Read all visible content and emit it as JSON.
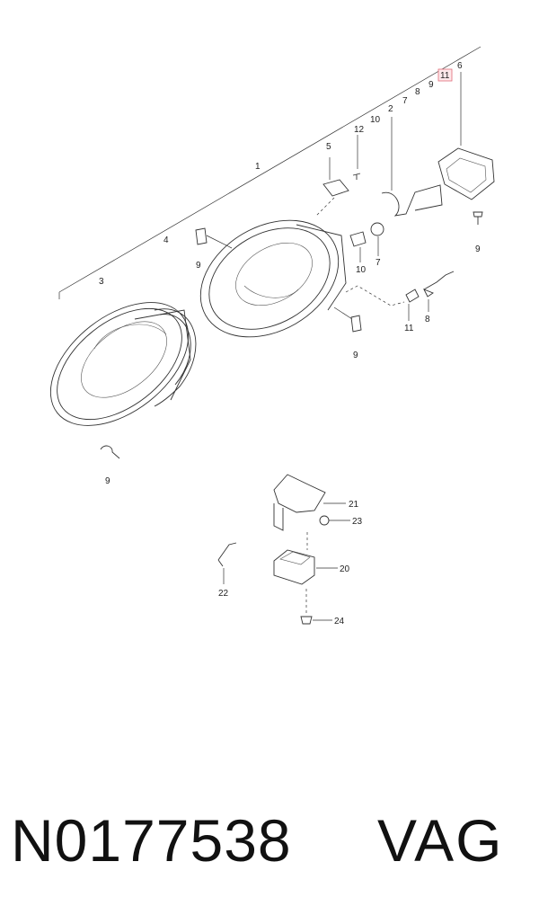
{
  "callouts": {
    "n1": "1",
    "n2": "2",
    "n3": "3",
    "n4": "4",
    "n5": "5",
    "n6": "6",
    "n7a": "7",
    "n7b": "7",
    "n8a": "8",
    "n8b": "8",
    "n9a": "9",
    "n9b": "9",
    "n9c": "9",
    "n9d": "9",
    "n9e": "9",
    "n10a": "10",
    "n10b": "10",
    "n11a": "11",
    "n11b": "11",
    "n12": "12",
    "n20": "20",
    "n21": "21",
    "n22": "22",
    "n23": "23",
    "n24": "24"
  },
  "caption": {
    "part_number": "N0177538",
    "brand": "VAG"
  },
  "colors": {
    "highlight_fill": "#fde8ea",
    "highlight_stroke": "#e06a78",
    "line": "#333333"
  }
}
